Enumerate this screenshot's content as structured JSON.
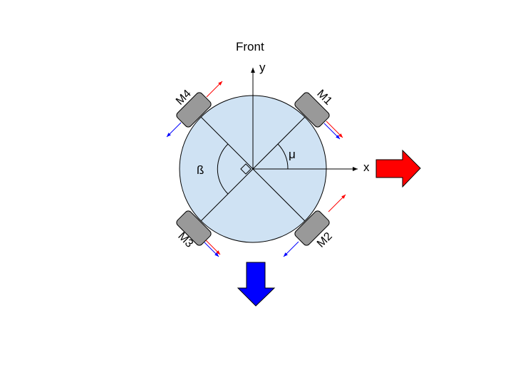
{
  "labels": {
    "front": "Front",
    "x_axis": "x",
    "y_axis": "y",
    "angle_mu": "μ",
    "angle_beta": "ß"
  },
  "motors": {
    "m1": "M1",
    "m2": "M2",
    "m3": "M3",
    "m4": "M4"
  },
  "colors": {
    "body_fill": "#cfe2f3",
    "wheel_fill": "#999999",
    "arrow_right": "#ff0000",
    "arrow_down": "#0000ff",
    "force_red": "#ff0000",
    "force_blue": "#0000ff"
  }
}
